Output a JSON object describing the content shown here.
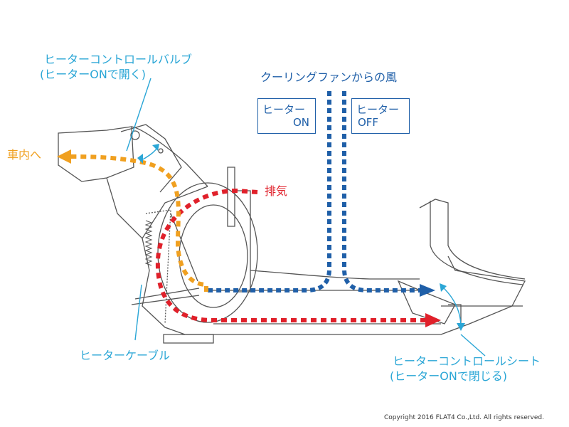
{
  "labels": {
    "valve_line1": "ヒーターコントロールバルブ",
    "valve_line2": "(ヒーターONで開く)",
    "to_cabin": "車内へ",
    "fan_air": "クーリングファンからの風",
    "exhaust": "排気",
    "cable": "ヒーターケーブル",
    "sheet_line1": "ヒーターコントロールシート",
    "sheet_line2": "(ヒーターONで閉じる)"
  },
  "box_on": {
    "line1": "ヒーター",
    "line2": "ON"
  },
  "box_off": {
    "line1": "ヒーター",
    "line2": "OFF"
  },
  "copyright": "Copyright 2016 FLAT4 Co.,Ltd. All rights reserved.",
  "colors": {
    "blue_flow": "#1f5fa8",
    "red_flow": "#e0202a",
    "orange_flow": "#f0a020",
    "label_blue": "#2aa6d6",
    "label_orange": "#f0a020",
    "label_red": "#e0202a",
    "line_art": "#555555"
  }
}
